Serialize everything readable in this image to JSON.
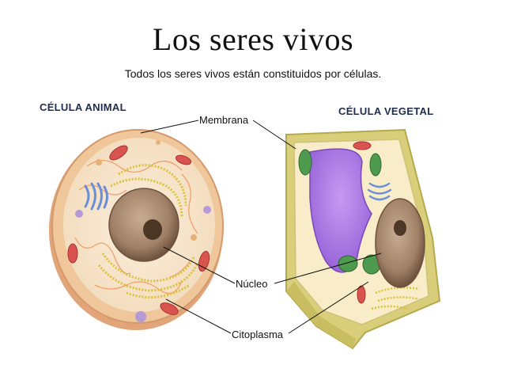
{
  "title": "Los seres vivos",
  "subtitle": "Todos los seres vivos están constituidos por células.",
  "cells": {
    "animal": {
      "heading": "CÉLULA ANIMAL"
    },
    "plant": {
      "heading": "CÉLULA VEGETAL"
    }
  },
  "labels": {
    "membrane": "Membrana",
    "nucleus": "Núcleo",
    "cytoplasm": "Citoplasma"
  },
  "colors": {
    "animal_membrane": "#f0c79a",
    "animal_cytoplasm": "#f8e8cf",
    "nucleus": "#a08066",
    "nucleolus": "#3a2618",
    "golgi": "#6b8fd6",
    "mitochondria": "#d9534f",
    "reticulum": "#d8c23a",
    "plant_wall": "#d9cf7a",
    "vacuole": "#a470e0",
    "chloroplast": "#4e9a4e"
  }
}
